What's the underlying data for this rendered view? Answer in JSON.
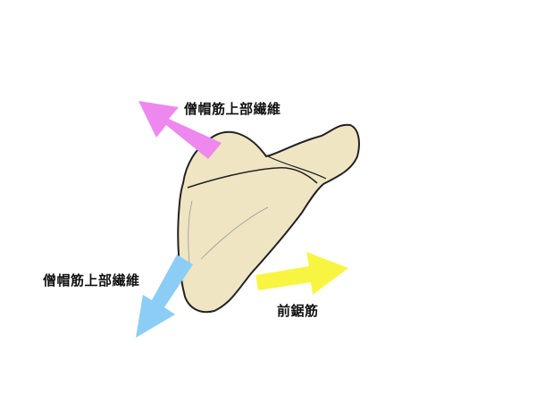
{
  "labels": {
    "upper_trapezius_top": "僧帽筋上部繊維",
    "upper_trapezius_left": "僧帽筋上部繊維",
    "serratus_anterior": "前鋸筋"
  },
  "colors": {
    "pink_arrow": "#ee88ee",
    "blue_arrow": "#8ccdf5",
    "yellow_arrow": "#f7f542",
    "bone": "#efe5c3",
    "outline": "#222222"
  }
}
